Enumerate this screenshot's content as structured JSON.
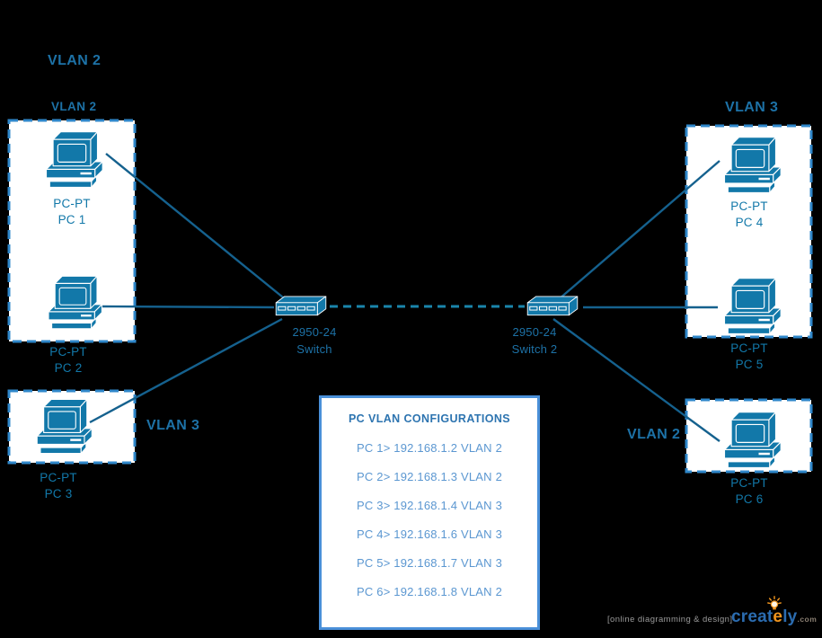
{
  "colors": {
    "background": "#000000",
    "shape_blue": "#1278a9",
    "label_blue": "#1d72a7",
    "zone_border": "#2f87ca",
    "zone_fill": "#ffffff",
    "connector": "#15618e",
    "trunk": "#1a85ab",
    "panel_border": "#4a90d9",
    "panel_title": "#2d74b0",
    "panel_row": "#5b97d1",
    "footer_gray": "#9b9b9b",
    "logo_blue": "#2b6cb0",
    "logo_orange": "#f0941d",
    "logo_tld": "#8a7f72"
  },
  "labels": {
    "top_vlan2": "VLAN 2",
    "left_box_vlan2": "VLAN 2",
    "left_vlan3": "VLAN 3",
    "right_vlan3": "VLAN 3",
    "right_vlan2": "VLAN 2"
  },
  "pcs": [
    {
      "type": "PC-PT",
      "name": "PC 1"
    },
    {
      "type": "PC-PT",
      "name": "PC 2"
    },
    {
      "type": "PC-PT",
      "name": "PC 3"
    },
    {
      "type": "PC-PT",
      "name": "PC 4"
    },
    {
      "type": "PC-PT",
      "name": "PC 5"
    },
    {
      "type": "PC-PT",
      "name": "PC 6"
    }
  ],
  "switches": [
    {
      "model": "2950-24",
      "name": "Switch"
    },
    {
      "model": "2950-24",
      "name": "Switch 2"
    }
  ],
  "panel": {
    "title": "PC VLAN CONFIGURATIONS",
    "rows": [
      "PC 1> 192.168.1.2 VLAN 2",
      "PC 2> 192.168.1.3 VLAN 2",
      "PC 3> 192.168.1.4 VLAN 3",
      "PC 4> 192.168.1.6 VLAN 3",
      "PC 5> 192.168.1.7 VLAN 3",
      "PC 6> 192.168.1.8 VLAN 2"
    ]
  },
  "footer": {
    "tagline": "[online diagramming & design]",
    "brand_prefix": "creat",
    "brand_accent": "e",
    "brand_suffix": "ly",
    "brand_tld": ".com"
  }
}
